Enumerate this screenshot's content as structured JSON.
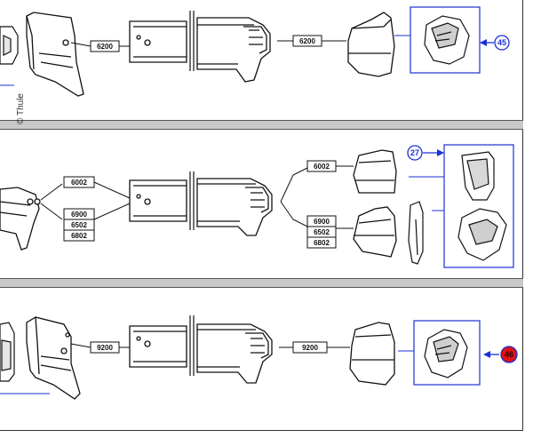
{
  "copyright": "© Thule",
  "sections": [
    {
      "left_part": "6200",
      "right_part": "6200",
      "callout": "45",
      "callout_style": "blue-outline"
    },
    {
      "left_parts": [
        "6002"
      ],
      "left_parts_group": [
        "6900",
        "6502",
        "6802"
      ],
      "right_parts": [
        "6002"
      ],
      "right_parts_group": [
        "6900",
        "6502",
        "6802"
      ],
      "callout": "27",
      "callout_style": "blue-outline"
    },
    {
      "left_part": "9200",
      "right_part": "9200",
      "callout": "46",
      "callout_style": "red-filled"
    }
  ],
  "colors": {
    "callout_blue": "#1a2fd6",
    "callout_red": "#e01010",
    "band_gray": "#c9c9c9",
    "line": "#111111"
  }
}
